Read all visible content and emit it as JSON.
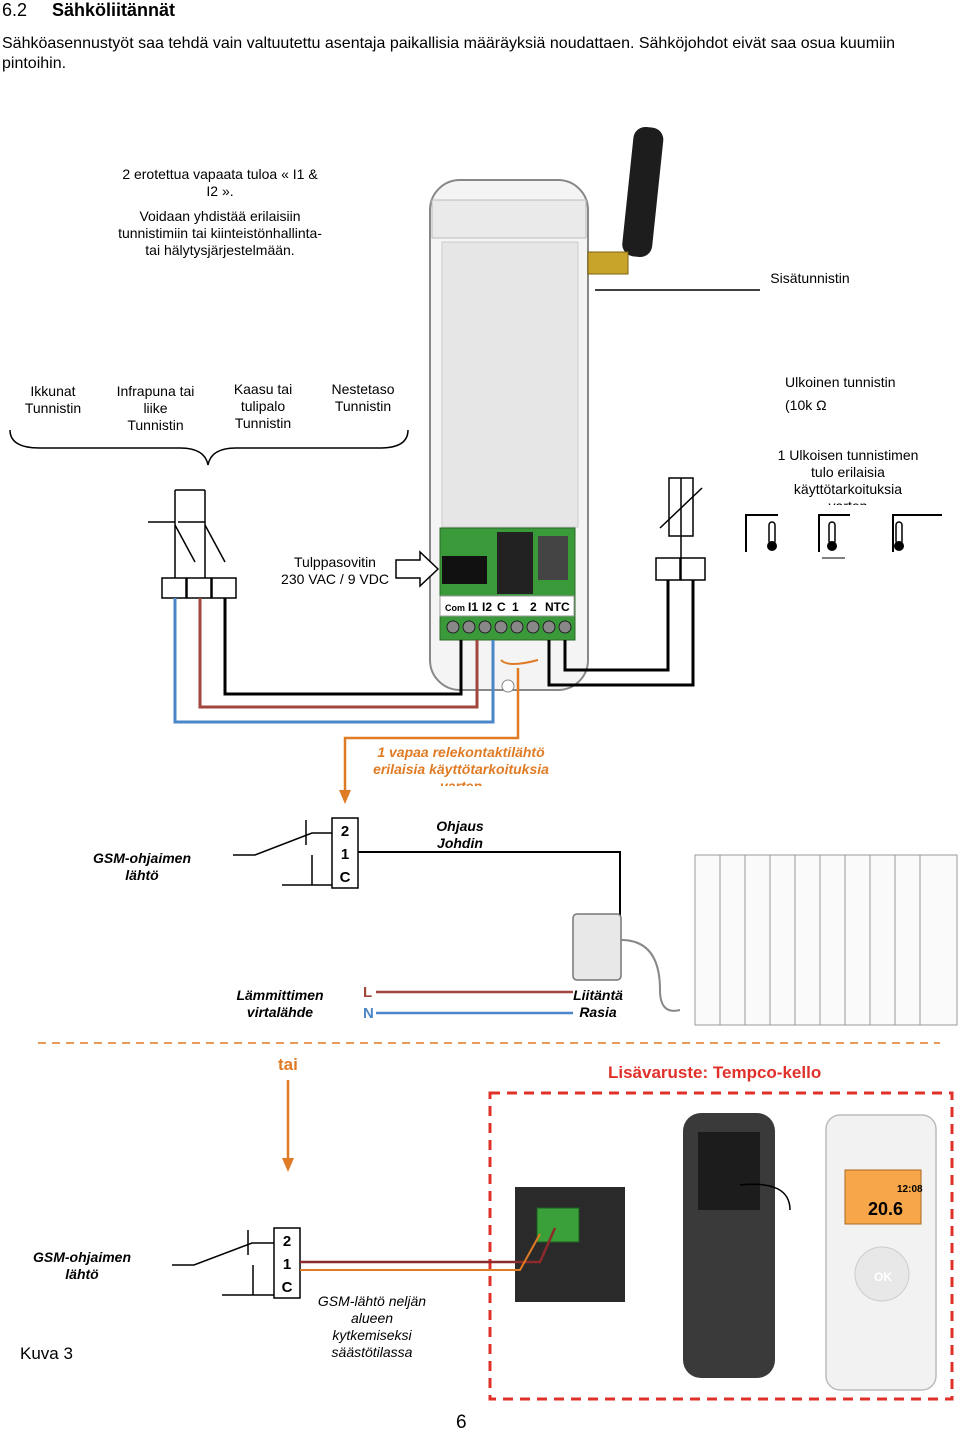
{
  "section": {
    "number": "6.2",
    "title": "Sähköliitännät"
  },
  "intro": "Sähköasennustyöt saa tehdä vain valtuutettu asentaja paikallisia määräyksiä noudattaen. Sähköjohdot eivät saa osua kuumiin pintoihin.",
  "inputs_note": {
    "line1": "2 erotettua vapaata tuloa « I1 &",
    "line2": "I2 ».",
    "line3": "Voidaan yhdistää erilaisiin",
    "line4": "tunnistimiin tai kiinteistönhallinta-",
    "line5": "tai hälytysjärjestelmään."
  },
  "internal_sensor": "Sisätunnistin",
  "sensors": {
    "window": {
      "l1": "Ikkunat",
      "l2": "Tunnistin"
    },
    "motion": {
      "l1": "Infrapuna tai",
      "l2": "liike",
      "l3": "Tunnistin"
    },
    "gas": {
      "l1": "Kaasu tai",
      "l2": "tulipalo",
      "l3": "Tunnistin"
    },
    "level": {
      "l1": "Nestetaso",
      "l2": "Tunnistin"
    }
  },
  "external_sensor": {
    "l1": "Ulkoinen tunnistin",
    "l2": "(10k Ω"
  },
  "external_input": {
    "l1": "1 Ulkoisen tunnistimen",
    "l2": "tulo erilaisia",
    "l3": "käyttötarkoituksia",
    "l4": "varten"
  },
  "adapter": {
    "l1": "Tulppasovitin",
    "l2": "230 VAC / 9 VDC"
  },
  "terminals": [
    "Com",
    "I1",
    "I2",
    "C",
    "1",
    "2",
    "NTC"
  ],
  "relay_output": {
    "l1": "1 vapaa relekontaktilähtö",
    "l2": "erilaisia käyttötarkoituksia",
    "l3": "varten"
  },
  "gsm_output": {
    "l1": "GSM-ohjaimen",
    "l2": "lähtö"
  },
  "relay_terms": [
    "2",
    "1",
    "C"
  ],
  "pilot_wire": {
    "l1": "Ohjaus",
    "l2": "Johdin"
  },
  "heater_supply": {
    "l1": "Lämmittimen",
    "l2": "virtalähde"
  },
  "supply_LN": {
    "L": "L",
    "N": "N"
  },
  "socket": {
    "l1": "Liitäntä",
    "l2": "Rasia"
  },
  "or_label": "tai",
  "accessory": "Lisävaruste: Tempco-kello",
  "gsm_output2": {
    "l1": "GSM-ohjaimen",
    "l2": "lähtö"
  },
  "relay_terms2": [
    "2",
    "1",
    "C"
  ],
  "eco_note": {
    "l1": "GSM-lähtö neljän",
    "l2": "alueen",
    "l3": "kytkemiseksi",
    "l4": "säästötilassa"
  },
  "thermostat_display": {
    "time": "12:08",
    "temp": "20.6",
    "ok": "OK"
  },
  "figure_caption": "Kuva 3",
  "page_number": "6",
  "colors": {
    "blue": "#4a86c8",
    "red": "#a0463c",
    "orange": "#e07b25",
    "redtext": "#c0392b",
    "dashred": "#e0302a"
  }
}
